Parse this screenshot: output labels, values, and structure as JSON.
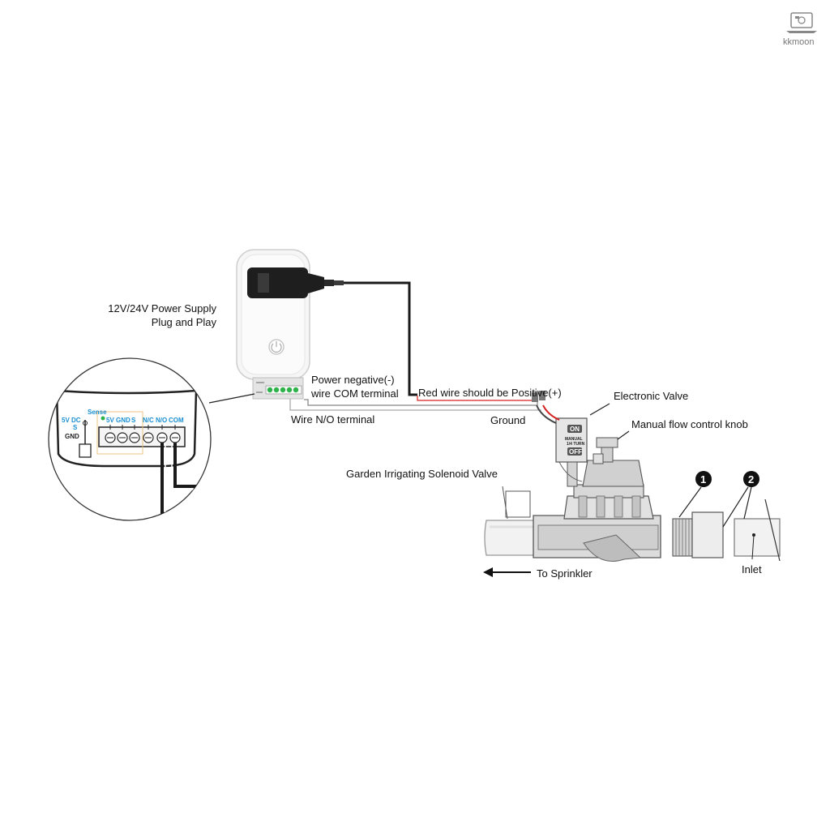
{
  "brand": {
    "name": "kkmoon"
  },
  "labels": {
    "power_supply_line1": "12V/24V Power Supply",
    "power_supply_line2": "Plug and Play",
    "power_negative_line1": "Power negative(-)",
    "power_negative_line2": "wire COM terminal",
    "wire_no_terminal": "Wire N/O terminal",
    "red_wire": "Red wire should be Positive(+)",
    "electronic_valve": "Electronic Valve",
    "ground": "Ground",
    "manual_knob": "Manual flow control knob",
    "solenoid_valve": "Garden Irrigating Solenoid Valve",
    "to_sprinkler": "To Sprinkler",
    "inlet": "Inlet",
    "callout_1": "1",
    "callout_2": "2"
  },
  "terminal_zoom": {
    "sense": "Sense",
    "left_labels": [
      "5V DC",
      "S",
      "GND"
    ],
    "terminals": [
      "5V",
      "GND",
      "S",
      "N/C",
      "N/O",
      "COM"
    ]
  },
  "valve_buttons": {
    "on": "ON",
    "off": "OFF",
    "manual": "MANUAL",
    "turn": "1/4 TURN"
  },
  "colors": {
    "sense_blue": "#1a8fd1",
    "red_wire": "#d62020",
    "dark_wire": "#222222",
    "led_green": "#2db34a"
  }
}
